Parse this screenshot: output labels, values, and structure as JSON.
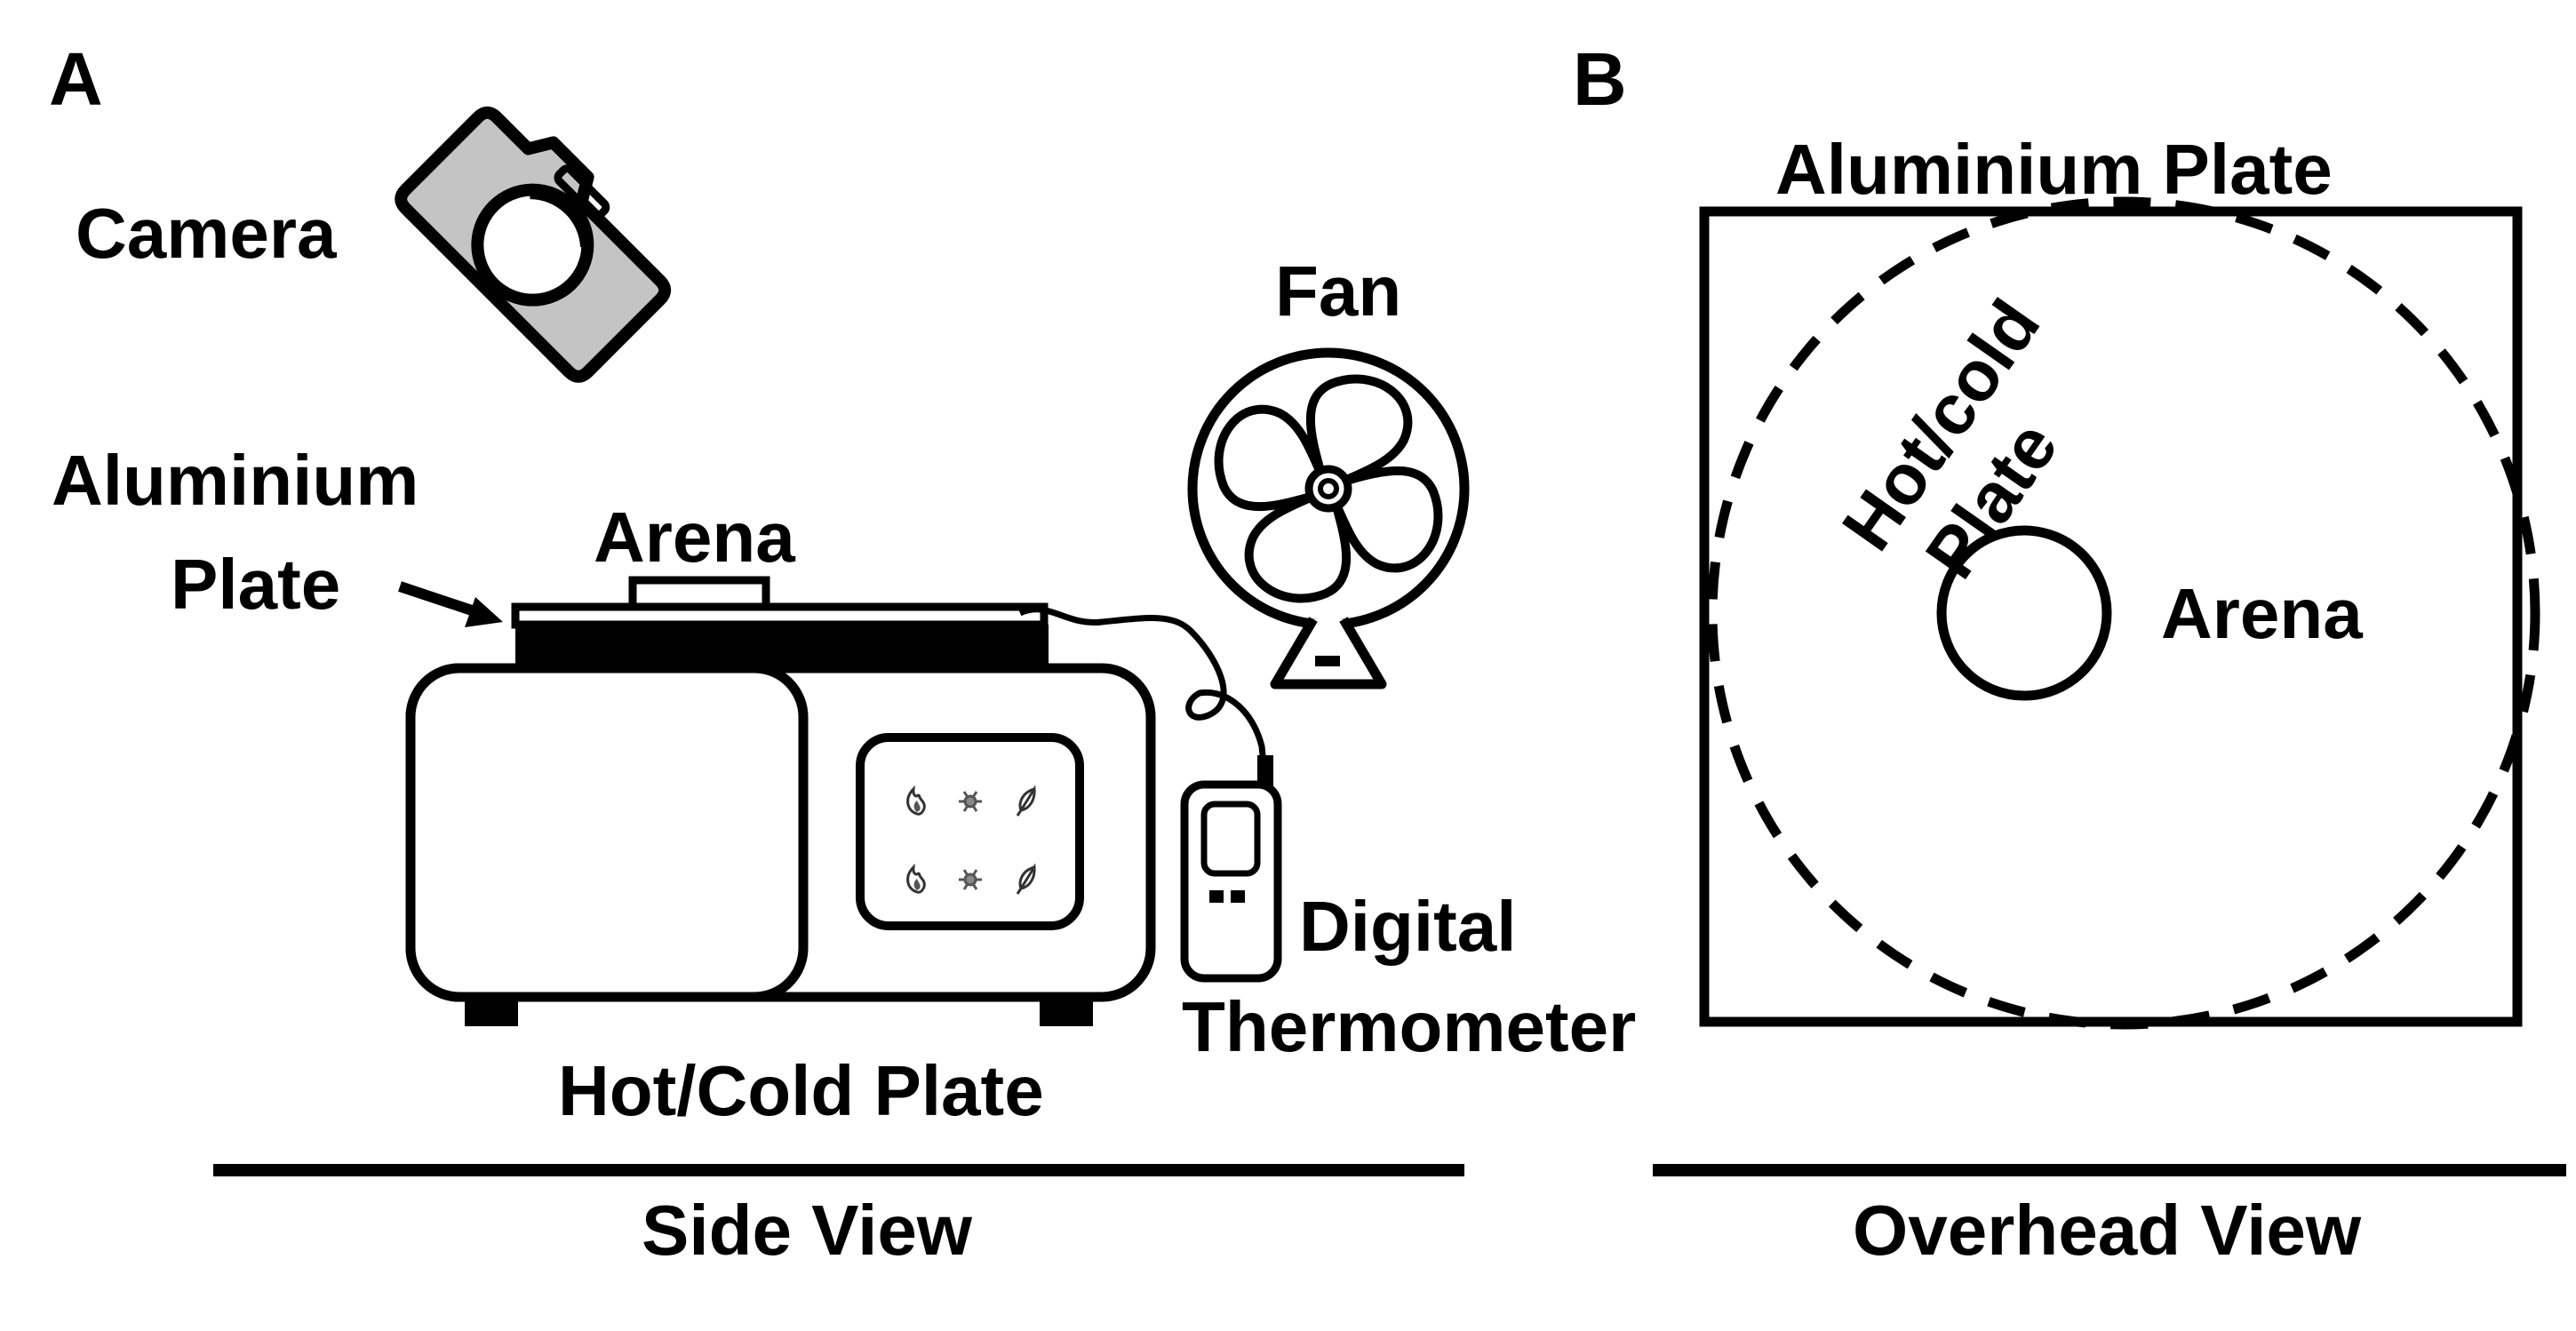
{
  "panels": {
    "a": {
      "letter": "A",
      "camera_label": "Camera",
      "fan_label": "Fan",
      "plate_label_line1": "Aluminium",
      "plate_label_line2": "Plate",
      "arena_label": "Arena",
      "hotcold_label": "Hot/Cold Plate",
      "thermometer_label_line1": "Digital",
      "thermometer_label_line2": "Thermometer",
      "view_caption": "Side View",
      "icons": [
        "flame-icon",
        "snowflake-icon",
        "feather-icon"
      ]
    },
    "b": {
      "letter": "B",
      "plate_label": "Aluminium Plate",
      "hotcold_label_line1": "Hot/cold",
      "hotcold_label_line2": "Plate",
      "arena_label": "Arena",
      "view_caption": "Overhead View"
    }
  },
  "colors": {
    "ink": "#000000",
    "camera_fill": "#c4c4c4",
    "background": "#ffffff"
  }
}
